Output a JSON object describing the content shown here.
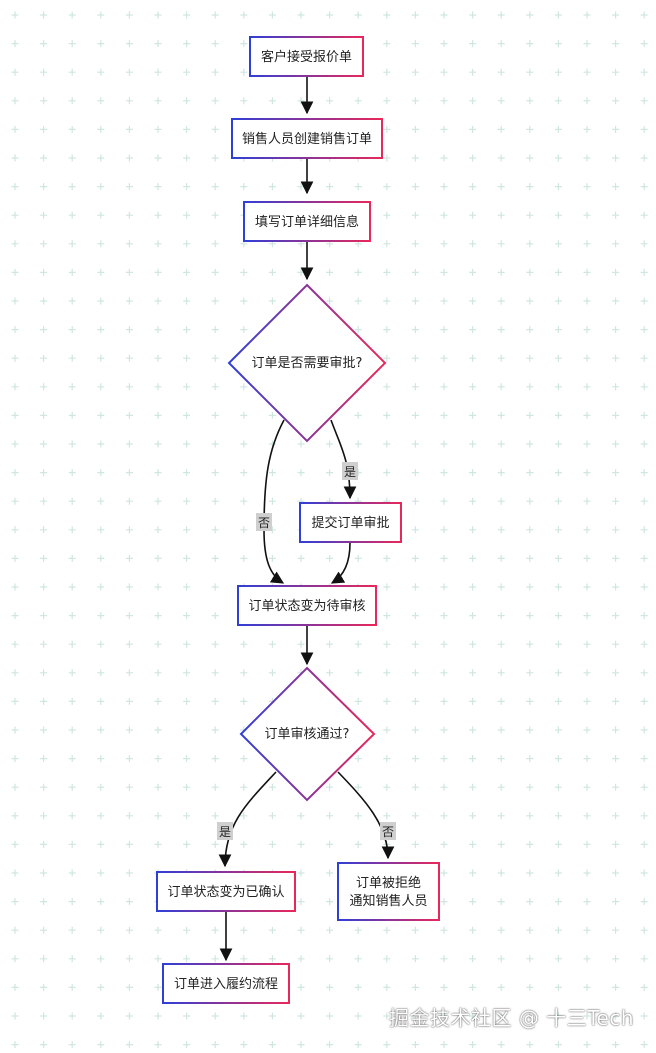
{
  "nodes": {
    "accept_quote": "客户接受报价单",
    "create_order": "销售人员创建销售订单",
    "fill_details": "填写订单详细信息",
    "needs_approval": "订单是否需要审批?",
    "submit_approval": "提交订单审批",
    "status_pending": "订单状态变为待审核",
    "approval_passed": "订单审核通过?",
    "status_confirmed": "订单状态变为已确认",
    "rejected_line1": "订单被拒绝",
    "rejected_line2": "通知销售人员",
    "fulfillment": "订单进入履约流程"
  },
  "edge_labels": {
    "needs_approval_yes": "是",
    "needs_approval_no": "否",
    "approval_yes": "是",
    "approval_no": "否"
  },
  "watermark": "掘金技术社区 @ 十三Tech",
  "colors": {
    "gradient_start": "#2f3fd6",
    "gradient_end": "#e8285a",
    "arrow": "#111111",
    "label_bg": "#cfcfcf",
    "grid_cross": "#cfe6e1"
  },
  "background_pattern": "plus-grid"
}
